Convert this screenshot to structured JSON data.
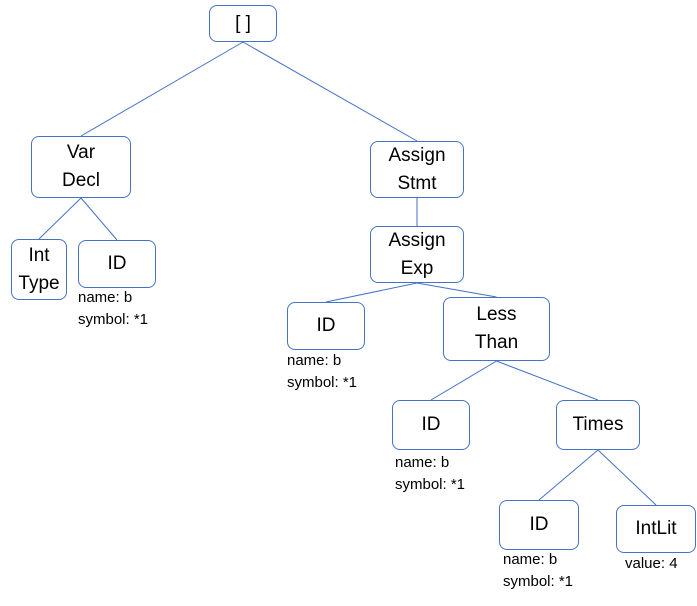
{
  "nodes": {
    "root": [
      "[ ]"
    ],
    "var_decl": [
      "Var",
      "Decl"
    ],
    "int_type": [
      "Int",
      "Type"
    ],
    "id_decl": [
      "ID"
    ],
    "assign_stmt": [
      "Assign",
      "Stmt"
    ],
    "assign_exp": [
      "Assign",
      "Exp"
    ],
    "id_lhs": [
      "ID"
    ],
    "less_than": [
      "Less",
      "Than"
    ],
    "id_lt_left": [
      "ID"
    ],
    "times": [
      "Times"
    ],
    "id_times_left": [
      "ID"
    ],
    "int_lit": [
      "IntLit"
    ]
  },
  "annotations": {
    "id_decl": [
      "name: b",
      "symbol: *1"
    ],
    "id_lhs": [
      "name: b",
      "symbol: *1"
    ],
    "id_lt_left": [
      "name: b",
      "symbol: *1"
    ],
    "id_times_left": [
      "name: b",
      "symbol: *1"
    ],
    "int_lit": [
      "value: 4"
    ]
  },
  "edges": [
    [
      "root",
      "var_decl"
    ],
    [
      "root",
      "assign_stmt"
    ],
    [
      "var_decl",
      "int_type"
    ],
    [
      "var_decl",
      "id_decl"
    ],
    [
      "assign_stmt",
      "assign_exp"
    ],
    [
      "assign_exp",
      "id_lhs"
    ],
    [
      "assign_exp",
      "less_than"
    ],
    [
      "less_than",
      "id_lt_left"
    ],
    [
      "less_than",
      "times"
    ],
    [
      "times",
      "id_times_left"
    ],
    [
      "times",
      "int_lit"
    ]
  ],
  "colors": {
    "node_border": "#4472c4",
    "edge": "#4472c4",
    "text": "#000000"
  }
}
